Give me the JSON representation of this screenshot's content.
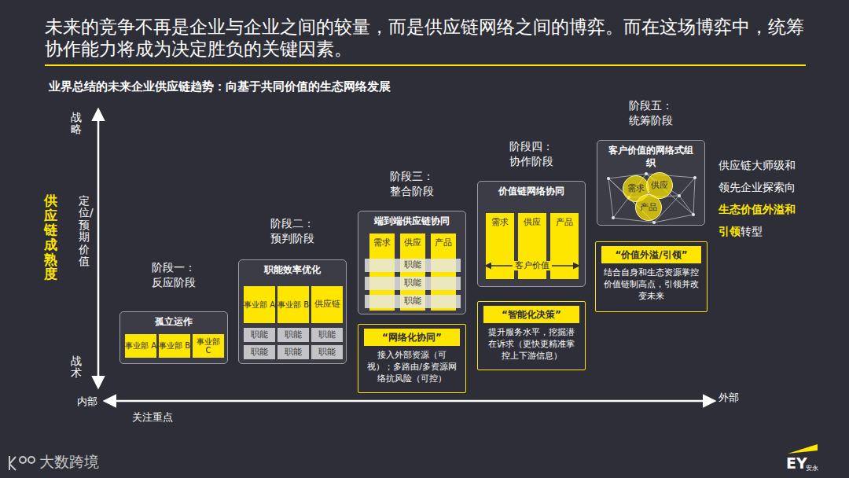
{
  "diagram": {
    "title": "未来的竞争不再是企业与企业之间的较量，而是供应链网络之间的博弈。而在这场博弈中，统筹协作能力将成为决定胜负的关键因素。",
    "nodes": [
      {
        "text": [
          "阶段一： 反应阶段",
          "孤立运作"
        ]
      },
      {
        "text": [
          "事业部 A"
        ],
        "in": 0
      },
      {
        "text": [
          "事业部 B"
        ],
        "in": 0
      },
      {
        "text": [
          "事业部 C"
        ],
        "in": 0
      },
      {
        "text": [
          "阶段二： 预判阶段",
          "职能效率优化"
        ]
      },
      {
        "text": [
          "事业部 A"
        ],
        "in": 4
      },
      {
        "text": [
          "事业部 B"
        ],
        "in": 4
      },
      {
        "text": [
          "供应链"
        ],
        "in": 4
      },
      {
        "text": [
          "职能"
        ],
        "in": 4
      },
      {
        "text": [
          "职能"
        ],
        "in": 4
      },
      {
        "text": [
          "职能"
        ],
        "in": 4
      },
      {
        "text": [
          "职能"
        ],
        "in": 4
      },
      {
        "text": [
          "职能"
        ],
        "in": 4
      },
      {
        "text": [
          "职能"
        ],
        "in": 4
      },
      {
        "text": [
          "阶段三： 整合阶段",
          "端到端供应链协同"
        ]
      },
      {
        "text": [
          "需求"
        ],
        "in": 14
      },
      {
        "text": [
          "供应"
        ],
        "in": 14
      },
      {
        "text": [
          "产品"
        ],
        "in": 14
      },
      {
        "text": [
          "职能"
        ],
        "in": 14
      },
      {
        "text": [
          "职能"
        ],
        "in": 14
      },
      {
        "text": [
          "职能"
        ],
        "in": 14
      },
      {
        "text": [
          "“网络化协同”",
          "接入外部资源（可视）；多路由/多资源网络抗风险（可控）"
        ]
      },
      {
        "text": [
          "阶段四： 协作阶段",
          "价值链网络协同"
        ]
      },
      {
        "text": [
          "需求"
        ],
        "in": 22
      },
      {
        "text": [
          "供应"
        ],
        "in": 22
      },
      {
        "text": [
          "产品"
        ],
        "in": 22
      },
      {
        "text": [
          "客户价值"
        ],
        "in": 22
      },
      {
        "text": [
          "“智能化决策”",
          "提升服务水平，挖掘潜在诉求（更快更精准掌控上下游信息）"
        ]
      },
      {
        "text": [
          "阶段五： 统筹阶段",
          "客户价值的网络式组织"
        ]
      },
      {
        "text": [
          "需求"
        ],
        "in": 28
      },
      {
        "text": [
          "供应"
        ],
        "in": 28
      },
      {
        "text": [
          "产品"
        ],
        "in": 28
      },
      {
        "text": [
          "“价值外溢/引领”",
          "结合自身和生态资源掌控价值链制高点，引领并改变未来"
        ]
      }
    ],
    "labels": [
      "业界总结的未来企业供应链趋势：向基于共同价值的生态网络发展",
      "战略",
      "定位/预期价值",
      "战术",
      "供应链成熟度",
      "内部",
      "关注重点",
      "外部",
      "供应链大师级和领先企业探索向",
      "生态价值外溢和引领",
      "转型",
      "大数跨境",
      "EY",
      "安永"
    ]
  }
}
